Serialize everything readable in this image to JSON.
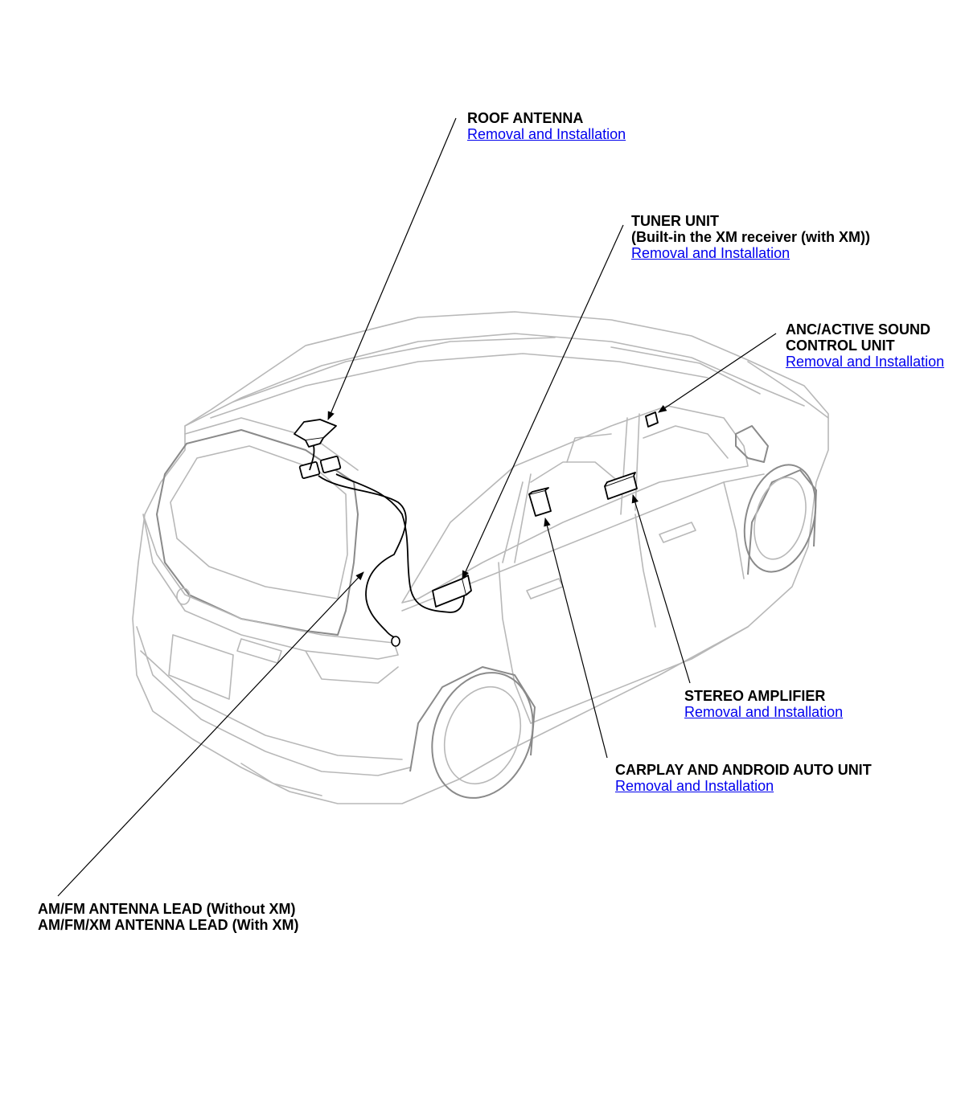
{
  "callouts": {
    "roof_antenna": {
      "title": "ROOF ANTENNA",
      "link": "Removal and Installation"
    },
    "tuner_unit": {
      "title_line1": "TUNER UNIT",
      "title_line2": "(Built-in the XM receiver (with XM))",
      "link": "Removal and Installation"
    },
    "anc_unit": {
      "title_line1": "ANC/ACTIVE SOUND",
      "title_line2": "CONTROL UNIT",
      "link": "Removal and Installation"
    },
    "stereo_amplifier": {
      "title": "STEREO AMPLIFIER",
      "link": "Removal and Installation"
    },
    "carplay_unit": {
      "title": "CARPLAY AND ANDROID AUTO UNIT",
      "link": "Removal and Installation"
    },
    "antenna_lead": {
      "title_line1": "AM/FM ANTENNA LEAD (Without XM)",
      "title_line2": "AM/FM/XM ANTENNA LEAD (With XM)"
    }
  },
  "colors": {
    "link": "#0000ee",
    "text": "#000000",
    "car_outline": "#b8b8b8",
    "background": "#ffffff"
  }
}
